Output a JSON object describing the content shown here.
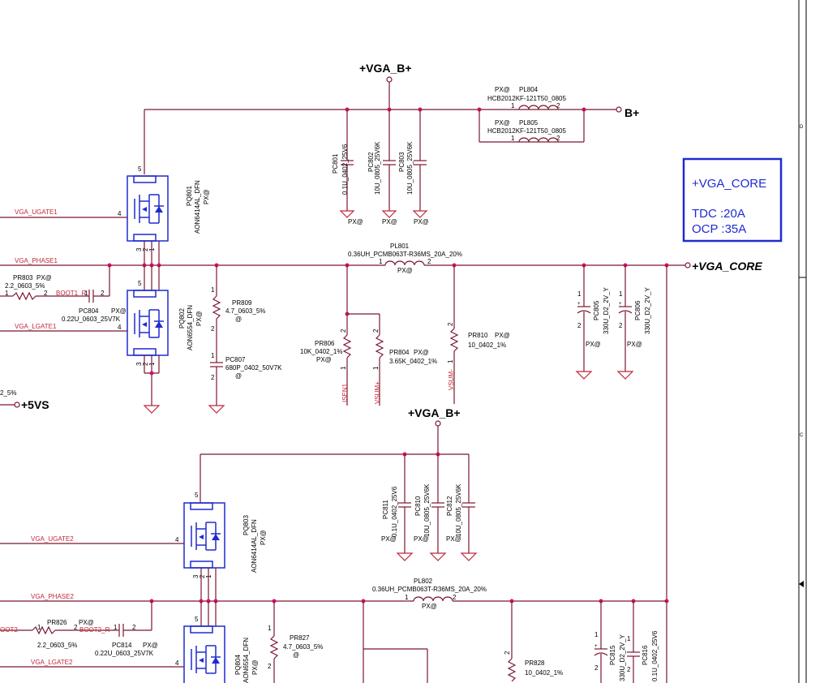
{
  "rails": {
    "vga_b_top": "+VGA_B+",
    "vga_b_mid": "+VGA_B+",
    "b_plus": "B+",
    "vga_core": "+VGA_CORE",
    "five_vs": "+5VS"
  },
  "nets": {
    "ugate1": "VGA_UGATE1",
    "phase1": "VGA_PHASE1",
    "lgate1": "VGA_LGATE1",
    "boot1": "BOOT1_R",
    "ugate2": "VGA_UGATE2",
    "phase2": "VGA_PHASE2",
    "lgate2": "VGA_LGATE2",
    "boot2": "BOOT2_R",
    "boot2_left": "OOT2",
    "isen1": "ISEN1",
    "vsum_p": "VSUM+",
    "vsum_m": "VSUM-"
  },
  "spec_box": {
    "title": "+VGA_CORE",
    "tdc": "TDC :20A",
    "ocp": "OCP :35A"
  },
  "border": {
    "zone_d": "D",
    "zone_c": "C"
  },
  "components": {
    "pl804": {
      "pop": "PX@",
      "ref": "PL804",
      "value": "HCB2012KF-121T50_0805"
    },
    "pl805": {
      "pop": "PX@",
      "ref": "PL805",
      "value": "HCB2012KF-121T50_0805"
    },
    "pc801": {
      "ref": "PC801",
      "value": "0.1U_0402_25V6"
    },
    "pc802": {
      "ref": "PC802",
      "value": "10U_0805_25V6K"
    },
    "pc803": {
      "ref": "PC803",
      "value": "10U_0805_25V6K"
    },
    "pq801": {
      "ref": "PQ801",
      "value": "AON6414AL_DFN",
      "pop": "PX@"
    },
    "pq802": {
      "ref": "PQ802",
      "value": "AON6554_DFN",
      "pop": "PX@"
    },
    "pl801": {
      "ref": "PL801",
      "value": "0.36UH_PCMB063T-R36MS_20A_20%",
      "pop": "PX@"
    },
    "pr803": {
      "ref": "PR803",
      "pop": "PX@",
      "value": "2.2_0603_5%"
    },
    "pc804": {
      "ref": "PC804",
      "pop": "PX@",
      "value": "0.22U_0603_25V7K"
    },
    "pr809": {
      "ref": "PR809",
      "value": "4.7_0603_5%",
      "pop": "@"
    },
    "pc807": {
      "ref": "PC807",
      "value": "680P_0402_50V7K",
      "pop": "@"
    },
    "pr806": {
      "ref": "PR806",
      "value": "10K_0402_1%",
      "pop": "PX@"
    },
    "pr804": {
      "ref": "PR804",
      "pop": "PX@",
      "value": "3.65K_0402_1%"
    },
    "pr810": {
      "ref": "PR810",
      "pop": "PX@",
      "value": "10_0402_1%"
    },
    "pc805": {
      "ref": "PC805",
      "value": "330U_D2_2V_Y",
      "pop": "PX@"
    },
    "pc806": {
      "ref": "PC806",
      "value": "330U_D2_2V_Y",
      "pop": "PX@"
    },
    "pc811": {
      "ref": "PC811",
      "value": "0.1U_0402_25V6"
    },
    "pc810": {
      "ref": "PC810",
      "value": "10U_0805_25V6K"
    },
    "pc812": {
      "ref": "PC812",
      "value": "10U_0805_25V6K"
    },
    "pq803": {
      "ref": "PQ803",
      "value": "AON6414AL_DFN",
      "pop": "PX@"
    },
    "pq804": {
      "ref": "PQ804",
      "value": "AON6554_DFN",
      "pop": "PX@"
    },
    "pl802": {
      "ref": "PL802",
      "value": "0.36UH_PCMB063T-R36MS_20A_20%",
      "pop": "PX@"
    },
    "pr826": {
      "ref": "PR826",
      "pop": "PX@",
      "value": "2.2_0603_5%"
    },
    "pc814": {
      "ref": "PC814",
      "pop": "PX@",
      "value": "0.22U_0603_25V7K"
    },
    "pr827": {
      "ref": "PR827",
      "value": "4.7_0603_5%",
      "pop": "@"
    },
    "pr828": {
      "ref": "PR828",
      "value": "10_0402_1%"
    },
    "pc815": {
      "ref": "PC815",
      "value": "330U_D2_2V_Y"
    },
    "pc816": {
      "ref": "PC816",
      "value": "0.1U_0402_25V6"
    },
    "fragment_5pct": "2_5%"
  },
  "gnd_labels": {
    "pc801": "PX@",
    "pc802": "PX@",
    "pc803": "PX@",
    "pc811": "PX@",
    "pc810": "PX@",
    "pc812": "PX@"
  }
}
